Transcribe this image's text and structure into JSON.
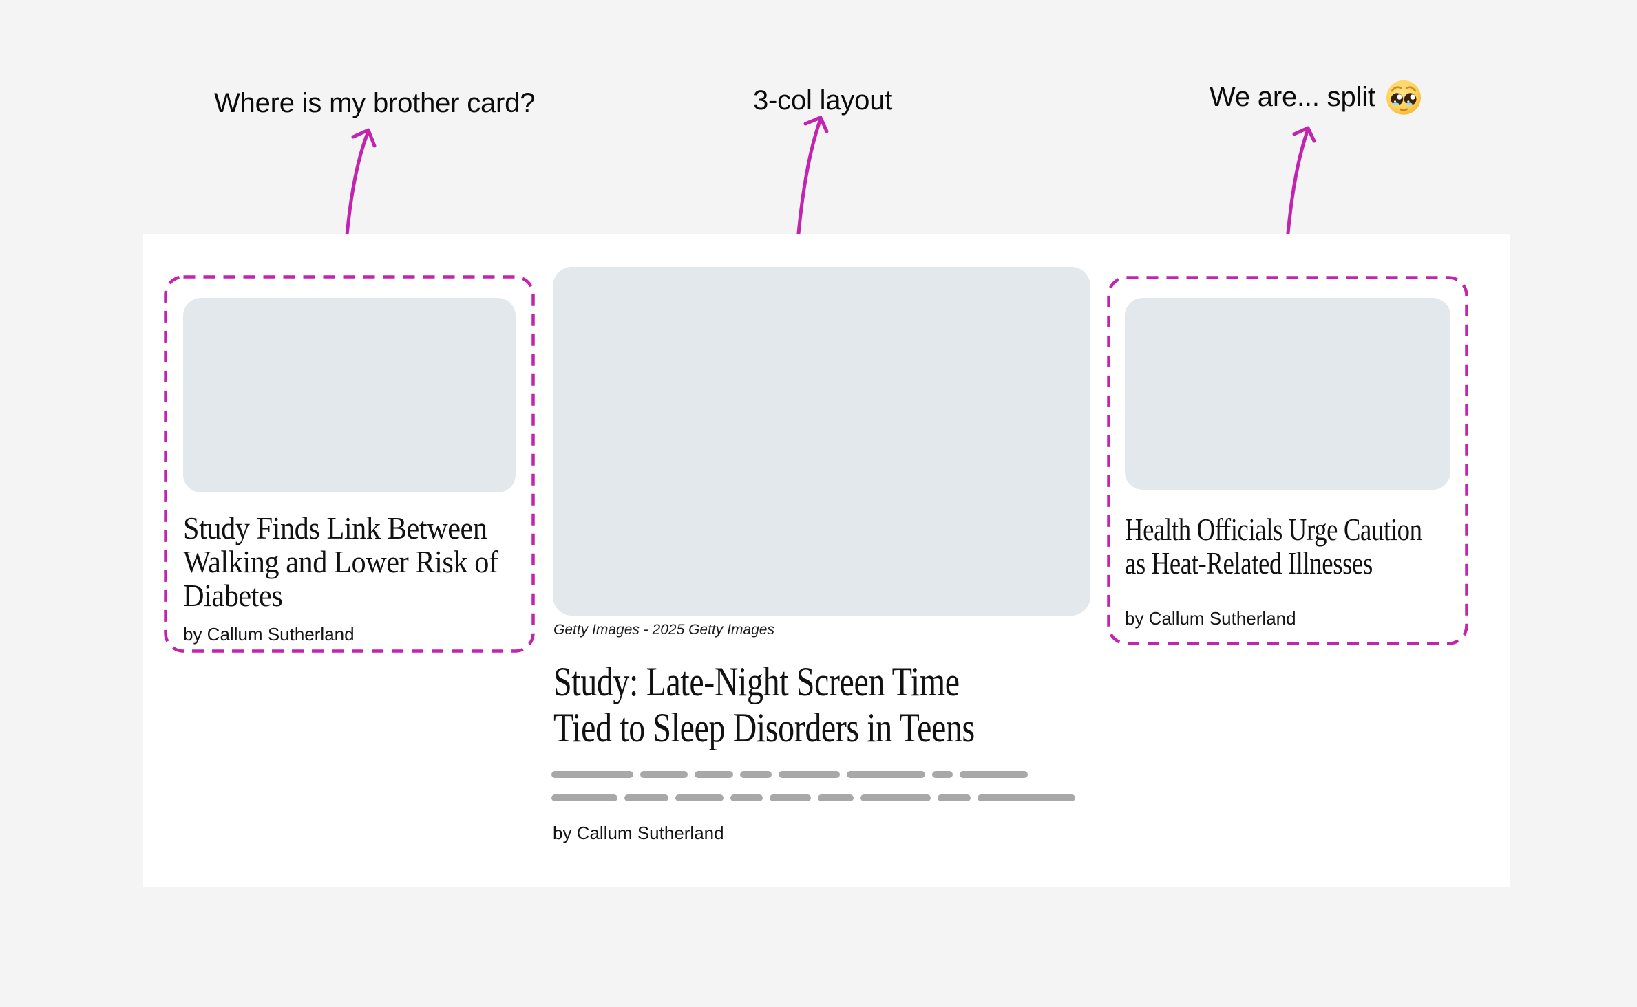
{
  "annotations": {
    "left": {
      "label": "Where is my brother card?"
    },
    "center": {
      "label": "3-col layout"
    },
    "right": {
      "label": "We are... split",
      "emoji": "🥺",
      "emoji_name": "pleading-face"
    }
  },
  "articles": {
    "left": {
      "headline": "Study Finds Link Between\nWalking and Lower Risk of\nDiabetes",
      "byline": "by Callum Sutherland"
    },
    "center": {
      "image_credit": "Getty Images - 2025 Getty Images",
      "headline": "Study: Late-Night Screen Time\nTied to Sleep Disorders in Teens",
      "byline": "by Callum Sutherland",
      "skeleton_rows": [
        [
          119,
          69,
          56,
          46,
          89,
          114,
          30,
          99
        ],
        [
          96,
          64,
          70,
          47,
          60,
          52,
          102,
          48,
          142
        ]
      ]
    },
    "right": {
      "headline": "Health Officials Urge Caution\nas Heat-Related Illnesses",
      "byline": "by Callum Sutherland"
    }
  },
  "colors": {
    "annotation_accent": "#c224af",
    "image_placeholder": "#e3e8ed",
    "skeleton_bar": "#a8a8a8",
    "canvas_background": "#f4f4f4",
    "panel_background": "#ffffff"
  }
}
